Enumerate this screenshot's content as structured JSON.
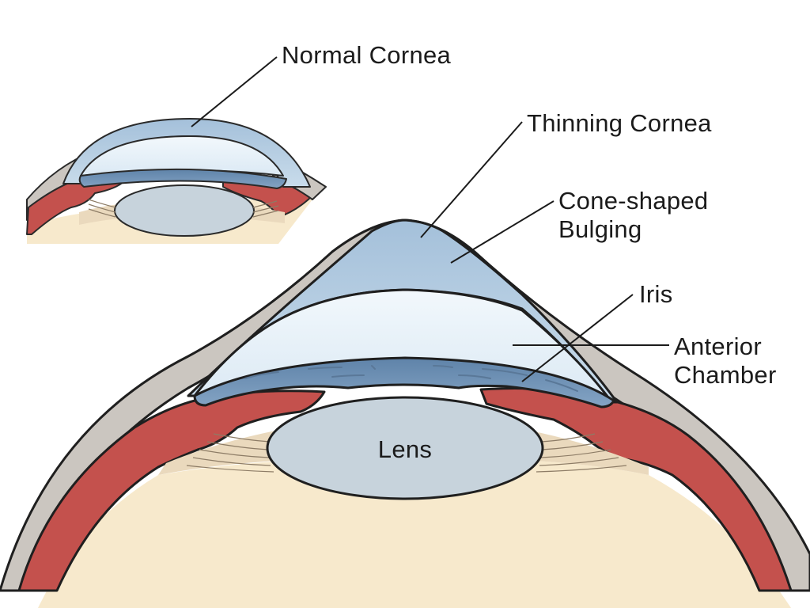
{
  "labels": {
    "normal_cornea": "Normal Cornea",
    "thinning_cornea": "Thinning Cornea",
    "cone_shaped_bulging_line1": "Cone-shaped",
    "cone_shaped_bulging_line2": "Bulging",
    "iris": "Iris",
    "anterior_chamber_line1": "Anterior",
    "anterior_chamber_line2": "Chamber",
    "lens": "Lens"
  },
  "colors": {
    "cornea": "#a9c4dc",
    "anterior_chamber": "#e4f0f8",
    "iris": "#6d8fb3",
    "iris_root": "#c4514d",
    "sclera_wall": "#c9c4be",
    "vitreous": "#f7e9cc",
    "lens": "#c7d3dc",
    "ciliary": "#ead9bd"
  }
}
